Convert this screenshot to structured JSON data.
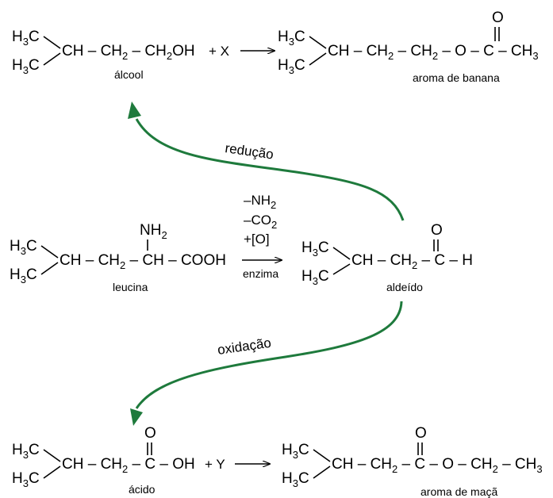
{
  "reaction_top": {
    "reagent": "+ X",
    "alcohol_label": "álcool",
    "ester_label": "aroma de banana"
  },
  "reaction_middle": {
    "conditions": [
      "–NH",
      "–CO",
      "+[O]"
    ],
    "catalyst": "enzima",
    "leucine_label": "leucina",
    "aldehyde_label": "aldeído"
  },
  "reaction_bottom": {
    "reagent": "+ Y",
    "acid_label": "ácido",
    "ester_label": "aroma de maçã"
  },
  "arrows": {
    "reduction": "redução",
    "oxidation": "oxidação"
  },
  "colors": {
    "arrow_green": "#1e7a3c"
  }
}
